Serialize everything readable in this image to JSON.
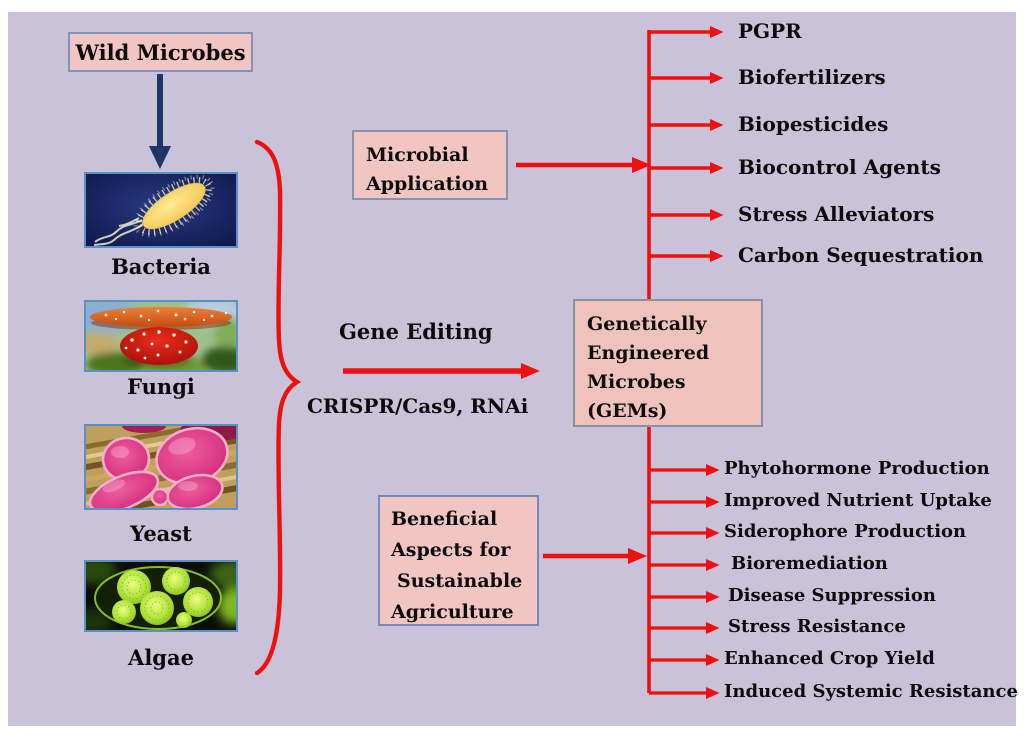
{
  "colors": {
    "background": "#c9c2d8",
    "box_fill": "#f1c5c1",
    "box_border": "#7e93be",
    "connector_red": "#ee0f0f",
    "arrow_navy": "#1e3566",
    "text": "#0b0b0b"
  },
  "title_box": {
    "label": "Wild Microbes"
  },
  "microbes": {
    "items": [
      {
        "label": "Bacteria",
        "icon": "bacterium-photo"
      },
      {
        "label": "Fungi",
        "icon": "mushroom-photo"
      },
      {
        "label": "Yeast",
        "icon": "yeast-cells-photo"
      },
      {
        "label": "Algae",
        "icon": "algae-colony-photo"
      }
    ]
  },
  "gene_editing": {
    "title": "Gene Editing",
    "tools": "CRISPR/Cas9, RNAi"
  },
  "gems": {
    "lines": [
      "Genetically",
      "Engineered",
      "Microbes",
      "(GEMs)"
    ]
  },
  "microbial_application": {
    "lines": [
      "Microbial",
      "Application"
    ]
  },
  "applications": {
    "items": [
      "PGPR",
      "Biofertilizers",
      "Biopesticides",
      "Biocontrol Agents",
      "Stress Alleviators",
      "Carbon Sequestration"
    ]
  },
  "beneficial_aspects": {
    "lines": [
      "Beneficial",
      "Aspects for",
      "Sustainable",
      "Agriculture"
    ]
  },
  "benefits": {
    "items": [
      "Phytohormone Production",
      "Improved Nutrient Uptake",
      "Siderophore Production",
      "Bioremediation",
      "Disease Suppression",
      "Stress Resistance",
      "Enhanced Crop Yield",
      "Induced Systemic Resistance"
    ]
  }
}
